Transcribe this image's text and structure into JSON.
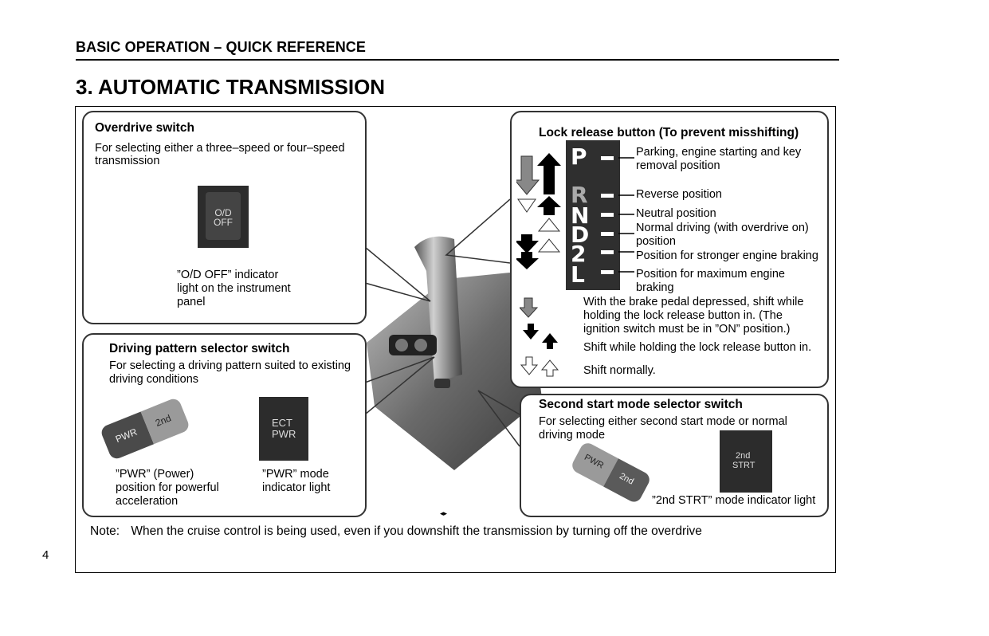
{
  "header": {
    "section": "BASIC OPERATION – QUICK REFERENCE",
    "title": "3.  AUTOMATIC TRANSMISSION"
  },
  "overdrive": {
    "title": "Overdrive switch",
    "desc_line1": "For selecting either a three–speed or four–speed",
    "desc_line2": "transmission",
    "switch_line1": "O/D",
    "switch_line2": "OFF",
    "indicator_line1": "”O/D OFF” indicator",
    "indicator_line2": "light on the instrument",
    "indicator_line3": "panel"
  },
  "pattern": {
    "title": "Driving pattern selector switch",
    "desc_line1": "For selecting a driving pattern suited to existing",
    "desc_line2": "driving conditions",
    "btn_pwr": "PWR",
    "btn_2nd": "2nd",
    "ind_line1": "ECT",
    "ind_line2": "PWR",
    "pwr_line1": "”PWR” (Power)",
    "pwr_line2": "position for powerful",
    "pwr_line3": "acceleration",
    "mode_line1": "”PWR” mode",
    "mode_line2": "indicator light"
  },
  "lock": {
    "title": "Lock release button (To prevent misshifting)",
    "gears": [
      "P",
      "R",
      "N",
      "D",
      "2",
      "L"
    ],
    "pos_p_line1": "Parking, engine starting and key",
    "pos_p_line2": "removal position",
    "pos_r": "Reverse position",
    "pos_n": "Neutral position",
    "pos_d_line1": "Normal driving (with overdrive on)",
    "pos_d_line2": "position",
    "pos_2": "Position for stronger engine braking",
    "pos_l_line1": "Position for maximum engine",
    "pos_l_line2": "braking",
    "leg1_line1": "With the brake pedal depressed, shift while",
    "leg1_line2": "holding the lock release button in. (The",
    "leg1_line3": "ignition switch must be in ”ON” position.)",
    "leg2": "Shift while holding the lock release button in.",
    "leg3": "Shift normally."
  },
  "second": {
    "title": "Second start mode selector switch",
    "desc_line1": "For selecting either second start mode or normal",
    "desc_line2": "driving mode",
    "ind_line1": "2nd",
    "ind_line2": "STRT",
    "btn_pwr": "PWR",
    "btn_2nd": "2nd",
    "caption": "”2nd STRT” mode indicator light"
  },
  "note": {
    "label": "Note:",
    "text": "When the cruise control is being used, even if you downshift the transmission by turning off the overdrive"
  },
  "page_number": "4"
}
